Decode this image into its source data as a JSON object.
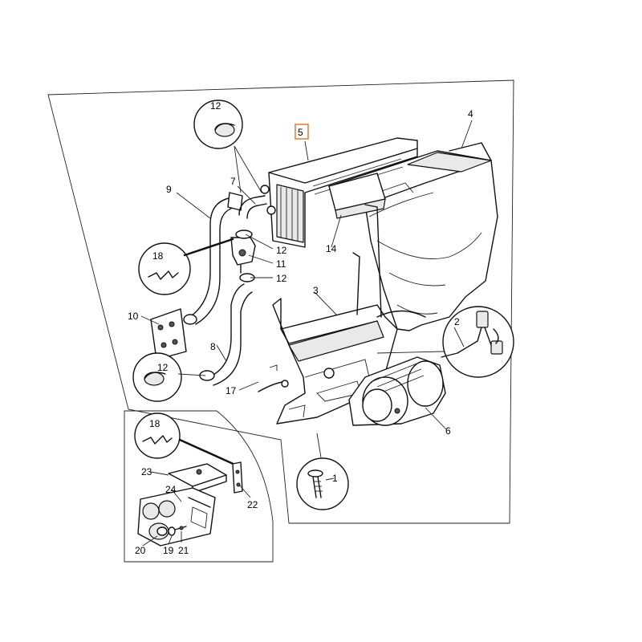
{
  "callouts": {
    "c1": "1",
    "c2": "2",
    "c3": "3",
    "c4": "4",
    "c5": "5",
    "c6": "6",
    "c7": "7",
    "c8": "8",
    "c9": "9",
    "c10": "10",
    "c11": "11",
    "c12_top": "12",
    "c12_a": "12",
    "c12_b": "12",
    "c12_c": "12",
    "c14": "14",
    "c17": "17",
    "c18_a": "18",
    "c18_b": "18",
    "c19": "19",
    "c20": "20",
    "c21": "21",
    "c22": "22",
    "c23": "23",
    "c24": "24"
  },
  "highlighted_part": "5",
  "colors": {
    "highlight": "#e07b39",
    "line": "#111111",
    "background": "#ffffff"
  }
}
